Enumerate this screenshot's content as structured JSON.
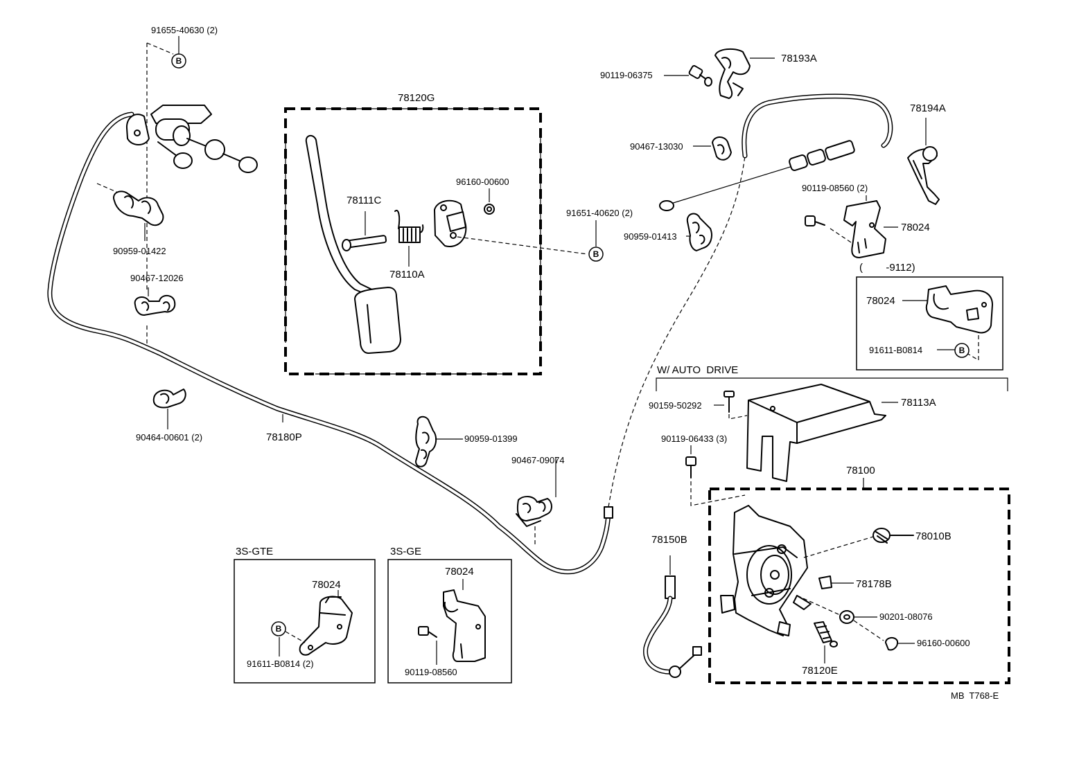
{
  "parts": {
    "p_91655_40630": "91655-40630 (2)",
    "p_90959_01422": "90959-01422",
    "p_90467_12026": "90467-12026",
    "p_90464_00601": "90464-00601 (2)",
    "p_78180P": "78180P",
    "p_78120G": "78120G",
    "p_78111C": "78111C",
    "p_78110A": "78110A",
    "p_96160_00600_a": "96160-00600",
    "p_91651_40620": "91651-40620 (2)",
    "p_90959_01399": "90959-01399",
    "p_90467_09074": "90467-09074",
    "p_90119_06375": "90119-06375",
    "p_78193A": "78193A",
    "p_90467_13030": "90467-13030",
    "p_78194A": "78194A",
    "p_90119_08560_2": "90119-08560 (2)",
    "p_78024_main": "78024",
    "p_90959_01413": "90959-01413",
    "p_9112": "(        -9112)",
    "p_78024_inset": "78024",
    "p_91611_B0814_inset": "91611-B0814",
    "p_auto_drive": "W/ AUTO  DRIVE",
    "p_90159_50292": "90159-50292",
    "p_78113A": "78113A",
    "p_90119_06433": "90119-06433 (3)",
    "p_78100": "78100",
    "p_78150B": "78150B",
    "p_78010B": "78010B",
    "p_78178B": "78178B",
    "p_90201_08076": "90201-08076",
    "p_96160_00600_b": "96160-00600",
    "p_78120E": "78120E",
    "p_3sgte": "3S-GTE",
    "p_78024_gte": "78024",
    "p_91611_B0814_gte": "91611-B0814 (2)",
    "p_3sge": "3S-GE",
    "p_78024_ge": "78024",
    "p_90119_08560_ge": "90119-08560",
    "p_code": "MB  T768-E"
  },
  "badge": "B"
}
